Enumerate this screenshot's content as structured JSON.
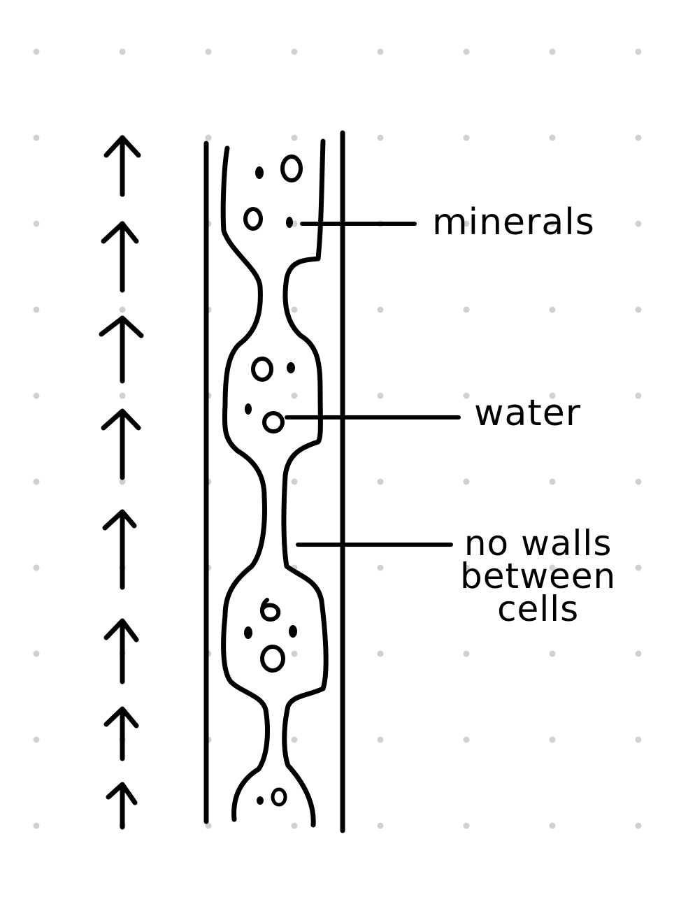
{
  "labels": {
    "minerals": "minerals",
    "water": "water",
    "no_walls_line1": "no walls",
    "no_walls_line2": "between",
    "no_walls_line3": "cells"
  },
  "colors": {
    "ink": "#000000",
    "dot_grid": "#d0d0d0",
    "background": "#ffffff"
  },
  "diagram": {
    "flow_direction": "up",
    "arrow_count": 8,
    "cell_count": 4
  }
}
